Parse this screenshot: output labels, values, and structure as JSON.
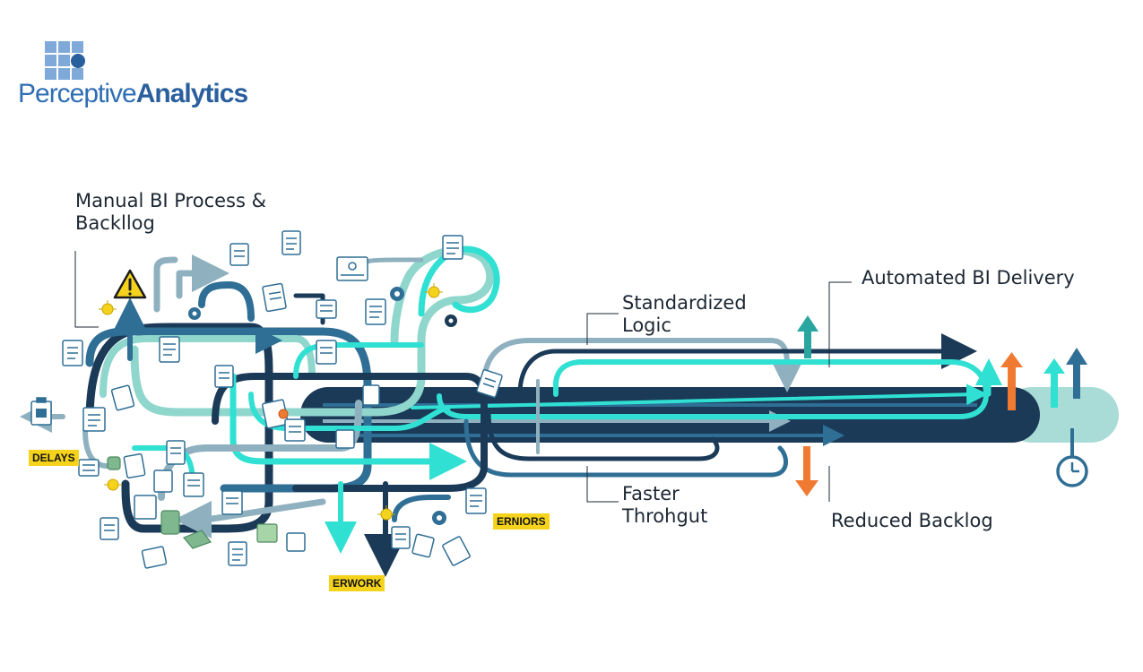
{
  "brand": {
    "name_light": "Perceptive",
    "name_bold": "Analytics",
    "accent": "#2f6eb5"
  },
  "labels": {
    "manual_line1": "Manual BI Process &",
    "manual_line2": "Backllog",
    "standardized_line1": "Standardized",
    "standardized_line2": "Logic",
    "faster_line1": "Faster",
    "faster_line2": "Throhgut",
    "automated": "Automated BI Delivery",
    "reduced": "Reduced Backlog"
  },
  "tags": {
    "delays": "DELAYS",
    "errors": "ERNIORS",
    "rework": "ERWORK"
  },
  "colors": {
    "navy": "#1b3a57",
    "steel": "#2f6e95",
    "teal": "#2fe0d3",
    "light_teal": "#8fd6cd",
    "grey_blue": "#8fb1bf",
    "orange": "#f07a32",
    "tag_yellow": "#f5d31c",
    "pipe_light": "#a9dcd6"
  },
  "icons": [
    "document-icon",
    "clipboard-icon",
    "warning-icon",
    "gear-icon",
    "bug-icon",
    "clock-icon",
    "arrow-up-icon",
    "arrow-down-icon"
  ]
}
